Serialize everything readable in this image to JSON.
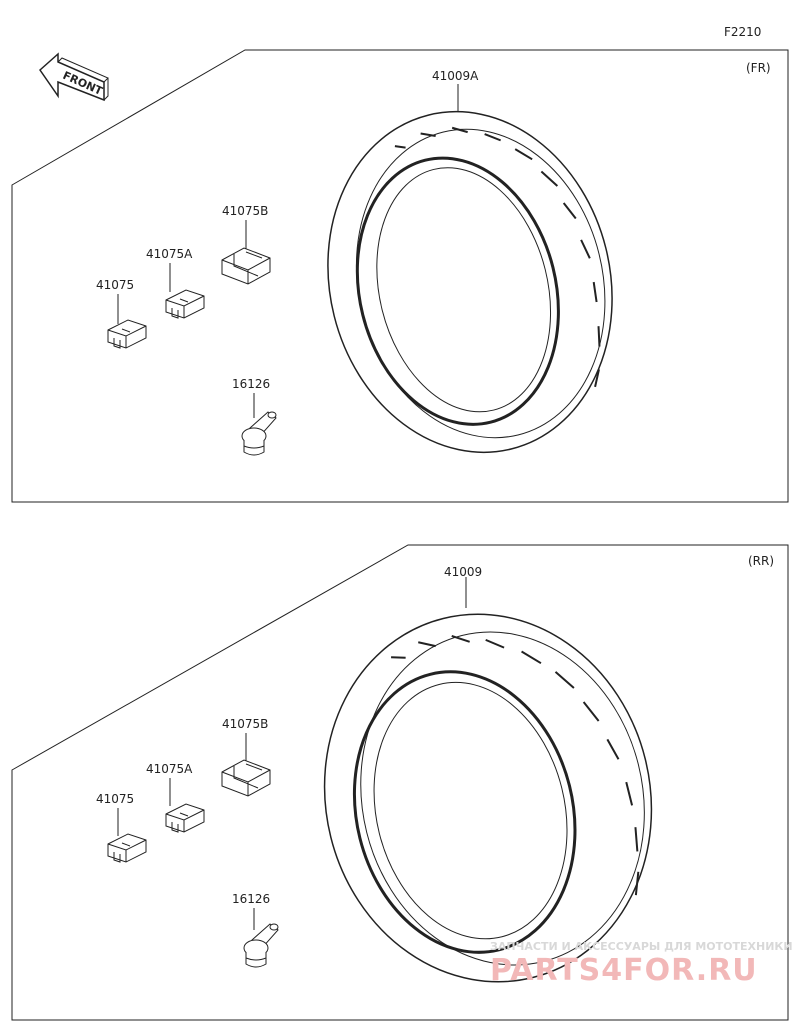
{
  "figure_code": "F2210",
  "front_label": "FRONT",
  "panels": [
    {
      "id": "front",
      "section_label": "(FR)",
      "tire_part": "41009A",
      "parts": [
        "41075B",
        "41075A",
        "41075",
        "16126"
      ]
    },
    {
      "id": "rear",
      "section_label": "(RR)",
      "tire_part": "41009",
      "parts": [
        "41075B",
        "41075A",
        "41075",
        "16126"
      ]
    }
  ],
  "watermark": {
    "tagline": "ЗАПЧАСТИ И АКСЕССУАРЫ ДЛЯ МОТОТЕХНИКИ",
    "brand": "PARTS4FOR.RU"
  }
}
